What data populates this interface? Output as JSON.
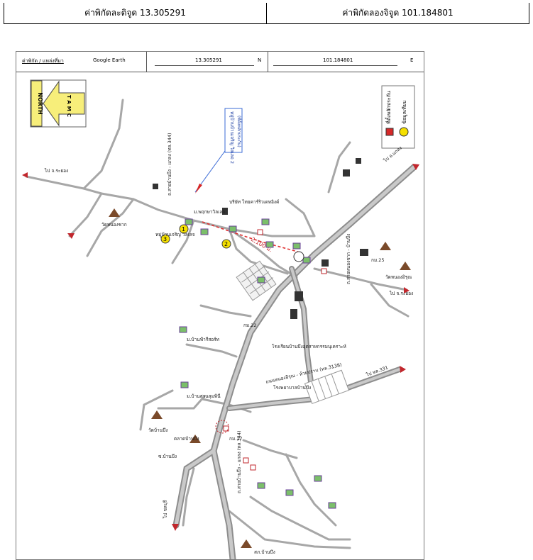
{
  "coordinates": {
    "latitude_label": "ค่าพิกัดละติจูด 13.305291",
    "longitude_label": "ค่าพิกัดลองจิจูด 101.184801"
  },
  "map_header": {
    "location_label": "ค่าพิกัด / แหล่งที่มา",
    "source": "Google Earth",
    "latitude": "13.305291",
    "lat_dir": "N",
    "longitude": "101.184801",
    "lon_dir": "E"
  },
  "north_arrow": {
    "word": "NORTH",
    "letters": "TAMC"
  },
  "legend": {
    "subject": "ที่ตั้งหลักประกัน",
    "comparable": "ข้อมูลเทียบ"
  },
  "labels": {
    "project": "หมู่บ้านบ้านเจริญ วิลเลจ 2",
    "project_sub": "(ที่ตั้งหลักประกัน)",
    "distance": "2,100 ม.",
    "road_344": "ถ.สายบ้านบึง - แกลง (ทล.344)",
    "road_344b": "ถ.สายบ้านบึง - แกลง (ทล.344)",
    "road_3138": "ถนนหนองอิรุณ - ห้วยปราบ (ทล.3138)",
    "road_v": "ถ.สายหนองชาก - บ้านบึง",
    "to_rayong_1": "ไป จ.ระยอง",
    "to_rayong_2": "ไป จ.ระยอง",
    "to_klaeng": "ไป อ.แกลง",
    "to_chonburi": "ไป ชลบุรี",
    "to_ban_bueng": "ไป ทล.331",
    "soi_bueng": "ซ.บ้านบึง",
    "temple1": "วัดหนองชาก",
    "temple2": "วัดหนองอิรุณ",
    "temple3": "วัดบ้านบึง",
    "market": "ตลาดบ้านบึง",
    "school": "โรงเรียนบ้านบึงอุตสาหกรรมนุเคราะห์",
    "hospital": "โรงพยาบาลบ้านบึง",
    "police": "สภ.บ้านบึง",
    "km22": "กม.22",
    "km25": "กม.25",
    "km17": "กม.17",
    "village1": "หมู่บ้านเจริญ วิลเลจ",
    "village2": "ม.พฤกษาวิลเลจ",
    "village3": "ม.บ้านฟ้ารีสอร์ท",
    "village4": "ม.บ้านสวนลุมพินี",
    "factory": "บริษัท ไทยคาร์ริวเดทอิงค์",
    "no1": "1",
    "no2": "2",
    "no3": "3"
  },
  "colors": {
    "road_main": "#b9b9b9",
    "road_minor": "#a0a0a0",
    "subject_red": "#d62828",
    "comparable_yellow": "#f5e000",
    "north_yellow": "#f7ee7a",
    "distance_red": "#e03030"
  }
}
